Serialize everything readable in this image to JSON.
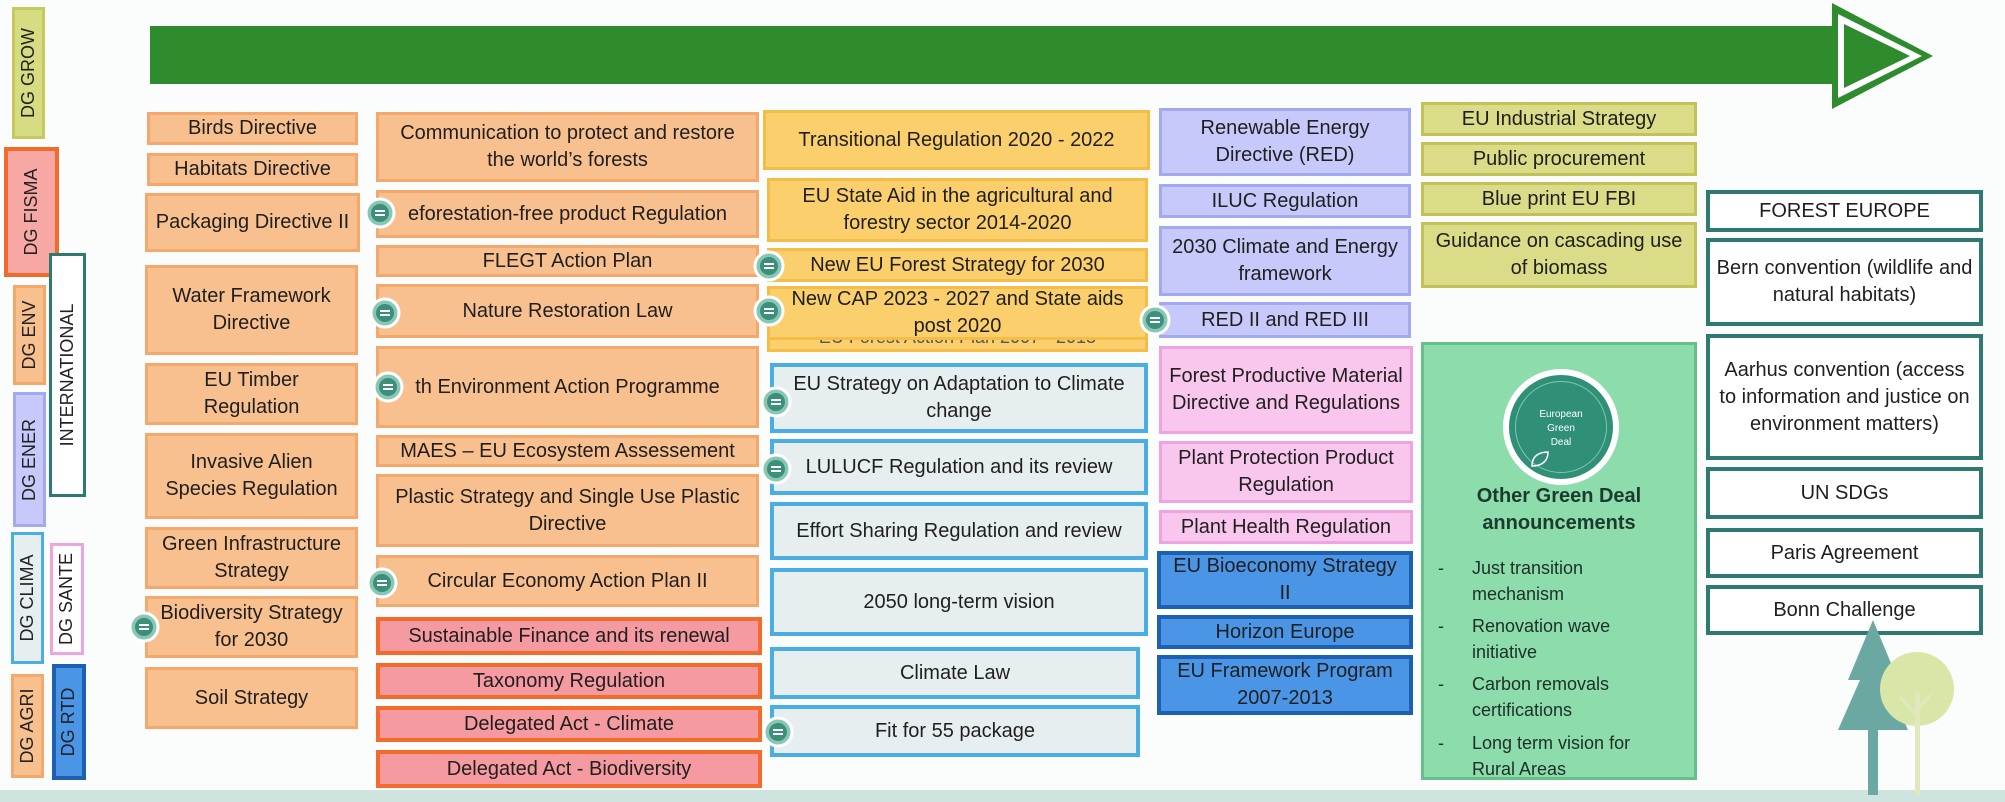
{
  "dgs": {
    "grow": "DG GROW",
    "fisma": "DG FISMA",
    "env": "DG ENV",
    "ener": "DG ENER",
    "clima": "DG CLIMA",
    "sante": "DG SANTE",
    "agri": "DG AGRI",
    "rtd": "DG RTD",
    "international": "INTERNATIONAL"
  },
  "col1": [
    "Birds Directive",
    "Habitats Directive",
    "Packaging Directive II",
    "Water Framework Directive",
    "EU Timber Regulation",
    "Invasive Alien Species Regulation",
    "Green Infrastructure Strategy",
    "Biodiversity Strategy for 2030",
    "Soil Strategy"
  ],
  "col2": [
    "Communication to protect and restore the world’s forests",
    "eforestation-free product Regulation",
    "FLEGT Action Plan",
    "Nature Restoration Law",
    "th Environment Action Programme",
    "MAES – EU Ecosystem Assessement",
    "Plastic Strategy and Single Use Plastic Directive",
    "Circular Economy Action Plan II",
    "Sustainable Finance and its renewal",
    "Taxonomy Regulation",
    "Delegated Act - Climate",
    "Delegated Act - Biodiversity"
  ],
  "col3": [
    "Transitional Regulation 2020 - 2022",
    "EU State Aid in the agricultural and forestry sector 2014-2020",
    "New EU Forest Strategy for 2030",
    "New CAP 2023 - 2027 and State aids post 2020",
    "EU Forest Action Plan 2007 - 2013",
    "EU Strategy on Adaptation to Climate change",
    "LULUCF Regulation and its review",
    "Effort Sharing Regulation and review",
    "2050 long-term vision",
    "Climate Law",
    "Fit for 55 package"
  ],
  "col4": [
    "Renewable Energy Directive (RED)",
    "ILUC Regulation",
    "2030 Climate and Energy framework",
    "RED II and RED III",
    "Forest Productive Material Directive and Regulations",
    "Plant Protection Product Regulation",
    "Plant Health Regulation",
    "EU Bioeconomy Strategy II",
    "Horizon Europe",
    "EU Framework Program 2007-2013"
  ],
  "col5": [
    "EU Industrial Strategy",
    "Public procurement",
    "Blue print EU FBI",
    "Guidance on cascading use of biomass"
  ],
  "green_deal": {
    "logo_line1": "European",
    "logo_line2": "Green",
    "logo_line3": "Deal",
    "title": "Other Green Deal announcements",
    "items": [
      "Just transition mechanism",
      "Renovation wave initiative",
      "Carbon removals certifications",
      "Long term vision for Rural Areas"
    ]
  },
  "col6": [
    "FOREST EUROPE",
    "Bern convention (wildlife and natural habitats)",
    "Aarhus convention (access to information and justice on environment matters)",
    "UN SDGs",
    "Paris Agreement",
    "Bonn Challenge"
  ],
  "colors": {
    "arrow": "#2e8b2e",
    "orange": "#f8c08f",
    "yellow": "#fbd06c",
    "lavender": "#c6c9f9",
    "olive": "#dadc88",
    "light_blue_border": "#4aaee3",
    "red": "#f59aa0",
    "pink": "#f9c6ee",
    "dark_blue": "#4a95e6",
    "teal": "#2e7a70",
    "green_deal": "#8ddcab"
  }
}
